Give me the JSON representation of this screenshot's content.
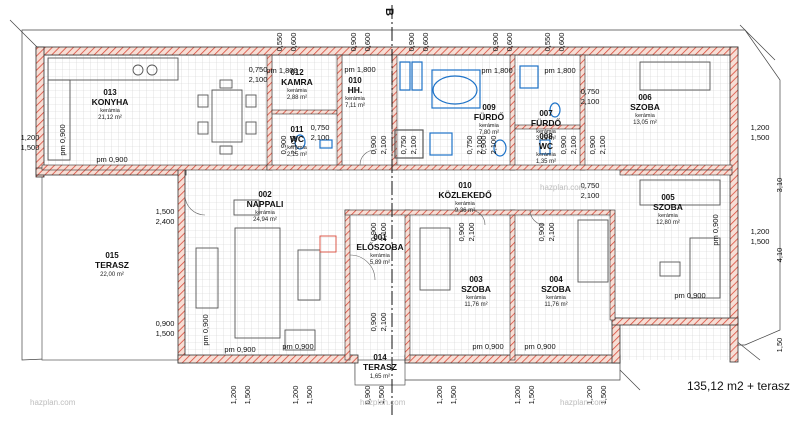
{
  "title_total": "135,12 m2 + terasz",
  "section_marker": "B",
  "watermarks": [
    "hazplan.com",
    "hazplan.com",
    "hazplan.com",
    "hazplan.com"
  ],
  "rooms": [
    {
      "num": "013",
      "name": "KONYHA",
      "floor": "kerámia",
      "area": "21,12 m²"
    },
    {
      "num": "012",
      "name": "KAMRA",
      "floor": "kerámia",
      "area": "2,88 m²"
    },
    {
      "num": "010",
      "name": "HH.",
      "floor": "kerámia",
      "area": "7,11 m²"
    },
    {
      "num": "011",
      "name": "WC",
      "floor": "kerámia",
      "area": "2,15 m²"
    },
    {
      "num": "009",
      "name": "FÜRDŐ",
      "floor": "kerámia",
      "area": "7,80 m²"
    },
    {
      "num": "007",
      "name": "FÜRDŐ",
      "floor": "kerámia",
      "area": "3,15 m²"
    },
    {
      "num": "008",
      "name": "WC",
      "floor": "kerámia",
      "area": "1,35 m²"
    },
    {
      "num": "006",
      "name": "SZOBA",
      "floor": "kerámia",
      "area": "13,05 m²"
    },
    {
      "num": "002",
      "name": "NAPPALI",
      "floor": "kerámia",
      "area": "24,94 m²"
    },
    {
      "num": "010",
      "name": "KÖZLEKEDŐ",
      "floor": "kerámia",
      "area": "9,36 m²"
    },
    {
      "num": "005",
      "name": "SZOBA",
      "floor": "kerámia",
      "area": "12,80 m²"
    },
    {
      "num": "015",
      "name": "TERASZ",
      "floor": "",
      "area": "22,00 m²"
    },
    {
      "num": "001",
      "name": "ELŐSZOBA",
      "floor": "kerámia",
      "area": "5,89 m²"
    },
    {
      "num": "003",
      "name": "SZOBA",
      "floor": "kerámia",
      "area": "11,76 m²"
    },
    {
      "num": "004",
      "name": "SZOBA",
      "floor": "kerámia",
      "area": "11,76 m²"
    },
    {
      "num": "014",
      "name": "TERASZ",
      "floor": "",
      "area": "1,65 m²"
    }
  ],
  "dimensions": {
    "top_vertical": [
      "0,550",
      "0,600",
      "0,900",
      "0,600",
      "0,900",
      "0,600",
      "0,900",
      "0,600",
      "0,550",
      "0,600"
    ],
    "bottom_vertical": [
      "1,200",
      "1,500",
      "1,200",
      "1,500",
      "0,900",
      "1,500",
      "1,200",
      "1,500",
      "1,200",
      "1,500",
      "1,200",
      "1,500"
    ],
    "right_vertical": [
      "1,50",
      "3,10",
      "4,10"
    ],
    "window_labels": [
      {
        "a": "0,750",
        "b": "2,100"
      },
      {
        "a": "0,750",
        "b": "2,100"
      },
      {
        "a": "0,750",
        "b": "2,100"
      },
      {
        "a": "0,750",
        "b": "2,100"
      },
      {
        "a": "0,900",
        "b": "2,100"
      },
      {
        "a": "1,500",
        "b": "2,400"
      },
      {
        "a": "1,200",
        "b": "1,500"
      },
      {
        "a": "1,200",
        "b": "1,500"
      },
      {
        "a": "1,200",
        "b": "1,500"
      },
      {
        "a": "0,900",
        "b": "1,500"
      },
      {
        "a": "0,750",
        "b": "2,100"
      },
      {
        "a": "0,750",
        "b": "2,100"
      }
    ],
    "pm_labels": [
      "pm 1,800",
      "pm 1,800",
      "pm 1,800",
      "pm 1,800",
      "pm 0,900",
      "pm 0,900",
      "pm 0,900",
      "pm 0,900",
      "pm 0,900",
      "pm 0,900",
      "pm 0,900",
      "pm 0,900",
      "pm 0,900"
    ],
    "door_vertical": [
      "0,900",
      "2,100",
      "0,900",
      "2,100",
      "0,750",
      "2,100",
      "0,900",
      "2,100",
      "0,900",
      "2,100",
      "0,900",
      "2,100",
      "0,900",
      "2,100",
      "0,900",
      "2,100",
      "0,900",
      "2,100",
      "0,900",
      "2,100",
      "0,750",
      "2,100"
    ]
  },
  "colors": {
    "wall_hatch": "#d94a3a",
    "wall_fill": "#f7ded5",
    "tile": "#c9c9c9",
    "fixture": "#1e73c8",
    "furniture": "#555555"
  }
}
